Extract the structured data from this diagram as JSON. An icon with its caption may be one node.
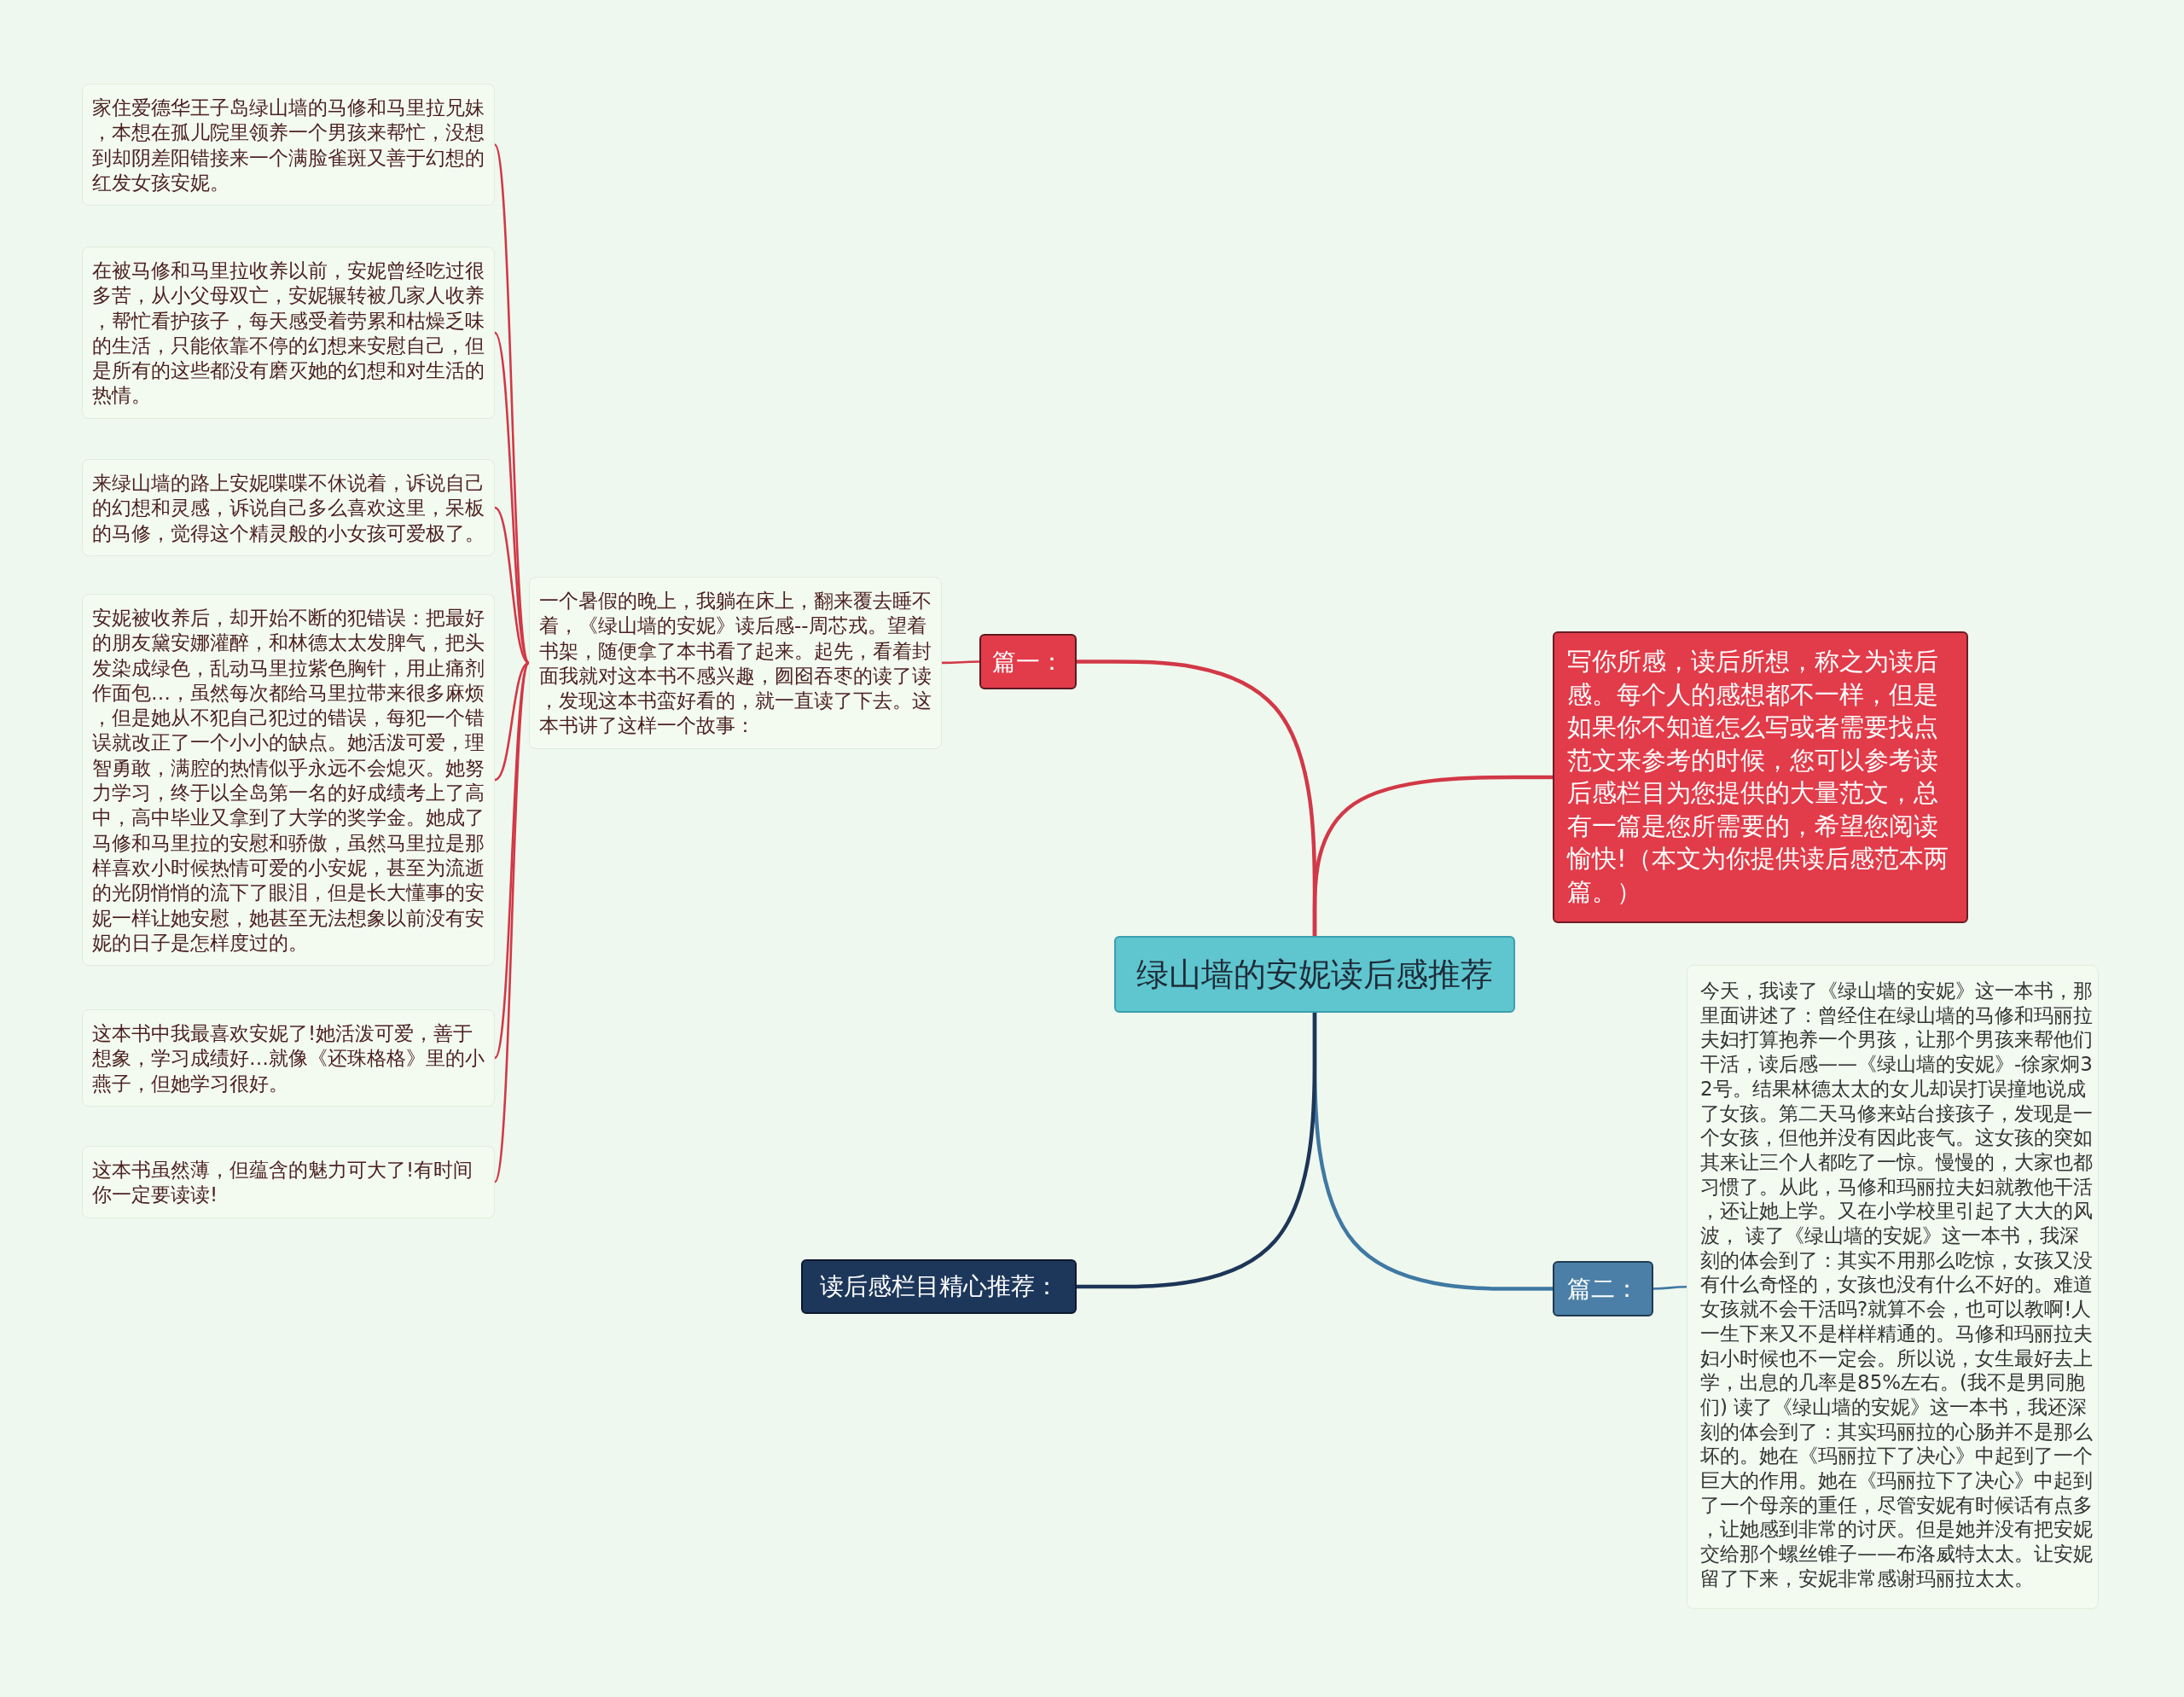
{
  "diagram": {
    "nodes": [
      {
        "text": [
          "绿山墙的安妮读后感推荐"
        ]
      },
      {
        "text": [
          "篇一："
        ]
      },
      {
        "text": [
          "一个暑假的晚上，我躺在床上，翻来覆去睡不着，《绿山墙的安妮》读后感--周芯戎。望着书架，随便拿了本书看了起来。起先，看着封面我就对这本书不感兴趣，囫囵吞枣的读了读，发现这本书蛮好看的，就一直读了下去。这本书讲了这样一个故事："
        ]
      },
      {
        "text": [
          "家住爱德华王子岛绿山墙的马修和马里拉兄妹，本想在孤儿院里领养一个男孩来帮忙，没想到却阴差阳错接来一个满脸雀斑又善于幻想的红发女孩安妮。"
        ]
      },
      {
        "text": [
          "在被马修和马里拉收养以前，安妮曾经吃过很多苦，从小父母双亡，安妮辗转被几家人收养，帮忙看护孩子，每天感受着劳累和枯燥乏味的生活，只能依靠不停的幻想来安慰自己，但是所有的这些都没有磨灭她的幻想和对生活的热情。"
        ]
      },
      {
        "text": [
          "来绿山墙的路上安妮喋喋不休说着，诉说自己的幻想和灵感，诉说自己多么喜欢这里，呆板的马修，觉得这个精灵般的小女孩可爱极了。"
        ]
      },
      {
        "text": [
          "安妮被收养后，却开始不断的犯错误：把最好的朋友黛安娜灌醉，和林德太太发脾气，把头发染成绿色，乱动马里拉紫色胸针，用止痛剂作面包…，虽然每次都给马里拉带来很多麻烦，但是她从不犯自己犯过的错误，每犯一个错误就改正了一个小小的缺点。她活泼可爱，理智勇敢，满腔的热情似乎永远不会熄灭。她努力学习，终于以全岛第一名的好成绩考上了高中，高中毕业又拿到了大学的奖学金。她成了马修和马里拉的安慰和骄傲，虽然马里拉是那样喜欢小时候热情可爱的小安妮，甚至为流逝的光阴悄悄的流下了眼泪，但是长大懂事的安妮一样让她安慰，她甚至无法想象以前没有安妮的日子是怎样度过的。"
        ]
      },
      {
        "text": [
          "这本书中我最喜欢安妮了!她活泼可爱，善于想象，学习成绩好…就像《还珠格格》里的小燕子，但她学习很好。"
        ]
      },
      {
        "text": [
          "这本书虽然薄，但蕴含的魅力可大了!有时间你一定要读读!"
        ]
      },
      {
        "text": [
          "写你所感，读后所想，称之为读后感。每个人的感想都不一样，但是如果你不知道怎么写或者需要找点范文来参考的时候，您可以参考读后感栏目为您提供的大量范文，总有一篇是您所需要的，希望您阅读愉快!（本文为你提供读后感范本两篇。）"
        ]
      },
      {
        "text": [
          "篇二："
        ]
      },
      {
        "text": [
          "今天，我读了《绿山墙的安妮》这一本书，那里面讲述了：曾经住在绿山墙的马修和玛丽拉夫妇打算抱养一个男孩，让那个男孩来帮他们干活，读后感——《绿山墙的安妮》-徐家炯32号。结果林德太太的女儿却误打误撞地说成了女孩。第二天马修来站台接孩子，发现是一个女孩，但他并没有因此丧气。这女孩的突如其来让三个人都吃了一惊。慢慢的，大家也都习惯了。从此，马修和玛丽拉夫妇就教他干活，还让她上学。又在小学校里引起了大大的风波， 读了《绿山墙的安妮》这一本书，我深刻的体会到了：其实不用那么吃惊，女孩又没有什么奇怪的，女孩也没有什么不好的。难道女孩就不会干活吗?就算不会，也可以教啊!人一生下来又不是样样精通的。马修和玛丽拉夫妇小时候也不一定会。所以说，女生最好去上学，出息的几率是85%左右。(我不是男同胞们) 读了《绿山墙的安妮》这一本书，我还深刻的体会到了：其实玛丽拉的心肠并不是那么坏的。她在《玛丽拉下了决心》中起到了一个巨大的作用。她在《玛丽拉下了决心》中起到了一个母亲的重任，尽管安妮有时候话有点多，让她感到非常的讨厌。但是她并没有把安妮交给那个螺丝锥子——布洛威特太太。让安妮留了下来，安妮非常感谢玛丽拉太太。"
        ]
      },
      {
        "text": [
          "读后感栏目精心推荐："
        ]
      }
    ],
    "edges": [
      {
        "from": 0,
        "to": 1,
        "arrow": "none"
      },
      {
        "from": 1,
        "to": 2,
        "arrow": "none"
      },
      {
        "from": 2,
        "to": 3,
        "arrow": "none"
      },
      {
        "from": 2,
        "to": 4,
        "arrow": "none"
      },
      {
        "from": 2,
        "to": 5,
        "arrow": "none"
      },
      {
        "from": 2,
        "to": 6,
        "arrow": "none"
      },
      {
        "from": 2,
        "to": 7,
        "arrow": "none"
      },
      {
        "from": 2,
        "to": 8,
        "arrow": "none"
      },
      {
        "from": 0,
        "to": 9,
        "arrow": "none"
      },
      {
        "from": 0,
        "to": 10,
        "arrow": "none",
        "color": "#3f79a3"
      },
      {
        "from": 10,
        "to": 11,
        "arrow": "none",
        "color": "#3f79a3"
      },
      {
        "from": 0,
        "to": 12,
        "arrow": "none",
        "color": "#1d3557"
      }
    ]
  }
}
